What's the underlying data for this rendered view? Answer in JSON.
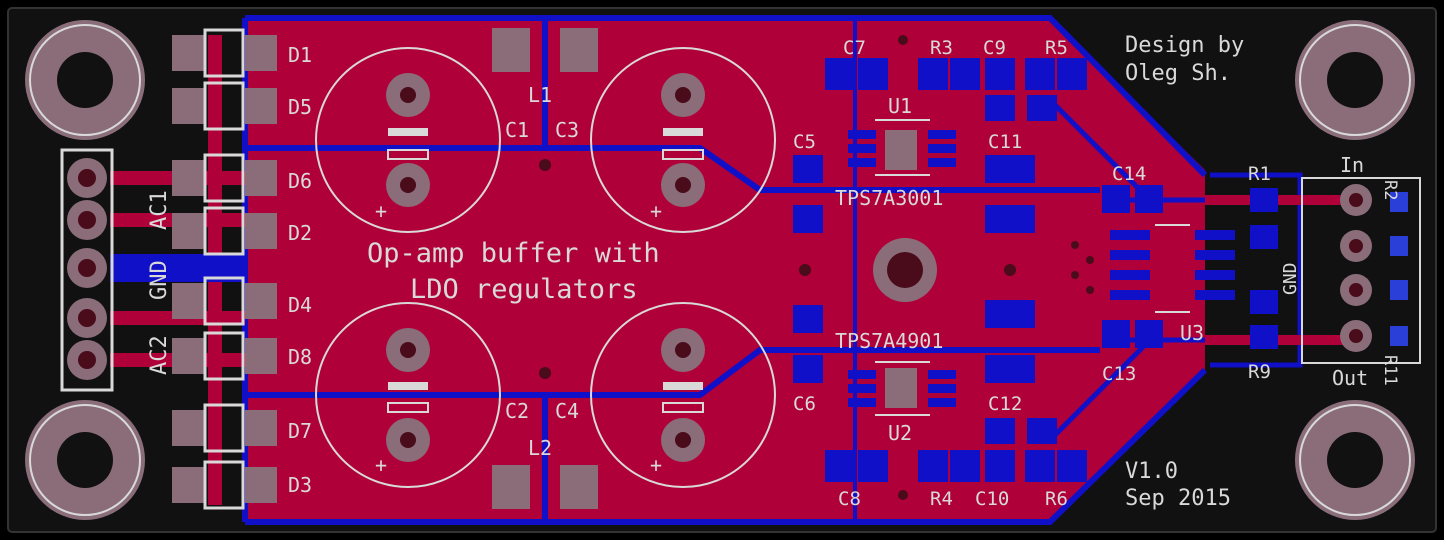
{
  "board": {
    "title": "Op-amp buffer with",
    "title2": "LDO regulators",
    "credit_line1": "Design by",
    "credit_line2": "Oleg Sh.",
    "version": "V1.0",
    "date": "Sep 2015"
  },
  "colors": {
    "background": "#000000",
    "board_edge": "#1a1a1a",
    "copper_top": "#b0003a",
    "copper_bottom": "#1010c8",
    "pad": "#8a6d79",
    "pad_bottom": "#2a3fd8",
    "silkscreen": "#d9d9d9",
    "drill": "#4a0b1a"
  },
  "input_connector": {
    "labels": [
      "AC1",
      "GND",
      "AC2"
    ]
  },
  "output_connector": {
    "top_label": "In",
    "bottom_label": "Out",
    "mid_label": "GND",
    "right_top": "R2",
    "right_bottom": "R11"
  },
  "diodes": [
    "D1",
    "D5",
    "D6",
    "D2",
    "D4",
    "D8",
    "D7",
    "D3"
  ],
  "inductors": [
    "L1",
    "L2"
  ],
  "capacitors_big": [
    "C1",
    "C3",
    "C2",
    "C4"
  ],
  "regulators": {
    "u1": {
      "ref": "U1",
      "part": "TPS7A3001"
    },
    "u2": {
      "ref": "U2",
      "part": "TPS7A4901"
    },
    "u3": {
      "ref": "U3"
    }
  },
  "passives_top": [
    "C7",
    "R3",
    "C9",
    "R5",
    "C5",
    "C11"
  ],
  "passives_bottom": [
    "C8",
    "R4",
    "C10",
    "R6",
    "C6",
    "C12"
  ],
  "passives_right": [
    "C14",
    "C13",
    "R1",
    "R9"
  ]
}
